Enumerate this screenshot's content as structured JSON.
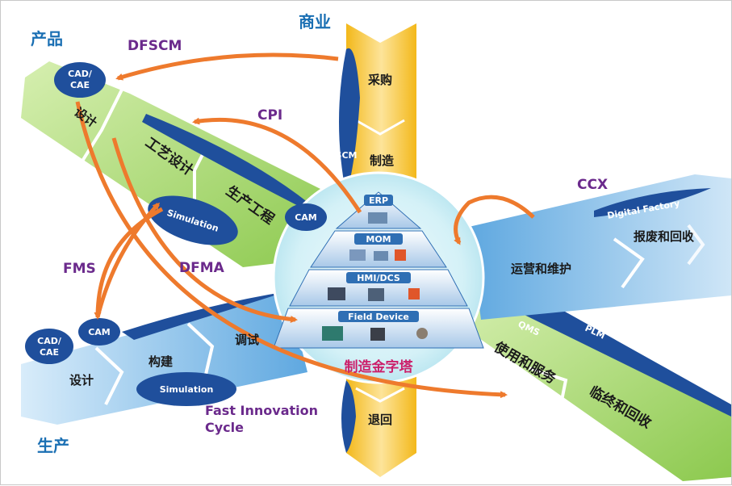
{
  "axes": {
    "product": "产品",
    "business": "商业",
    "production": "生产"
  },
  "flows": {
    "dfscm": "DFSCM",
    "cpi": "CPI",
    "ccx": "CCX",
    "fms": "FMS",
    "dfma": "DFMA",
    "fast_innovation_line1": "Fast Innovation",
    "fast_innovation_line2": "Cycle"
  },
  "product_axis": {
    "cad_cae": [
      "CAD/",
      "CAE"
    ],
    "stages": [
      "设计",
      "工艺设计",
      "生产工程"
    ],
    "simulation": "Simulation",
    "cam": "CAM"
  },
  "business_axis": {
    "stages": [
      "采购",
      "制造",
      "退回"
    ],
    "scm": "SCM"
  },
  "production_axis": {
    "cad_cae": [
      "CAD/",
      "CAE"
    ],
    "cam": "CAM",
    "stages": [
      "设计",
      "构建",
      "调试"
    ],
    "simulation": "Simulation"
  },
  "service_axis_upper": {
    "digital_factory": "Digital Factory",
    "stages": [
      "运营和维护",
      "报废和回收"
    ]
  },
  "service_axis_lower": {
    "qms": "QMS",
    "plm": "PLM",
    "stages": [
      "使用和服务",
      "临终和回收"
    ]
  },
  "pyramid": {
    "levels": [
      "ERP",
      "MOM",
      "HMI/DCS",
      "Field Device"
    ],
    "title": "制造金字塔"
  },
  "colors": {
    "arrow": "#ee7a2d",
    "product_band": "#a9d86b",
    "business_band": "#f7c72d",
    "oval": "#1f4f9c",
    "axis_label": "#1a6fb3",
    "flow_label": "#6b2a8c",
    "pyramid_title": "#cc1f6a"
  }
}
